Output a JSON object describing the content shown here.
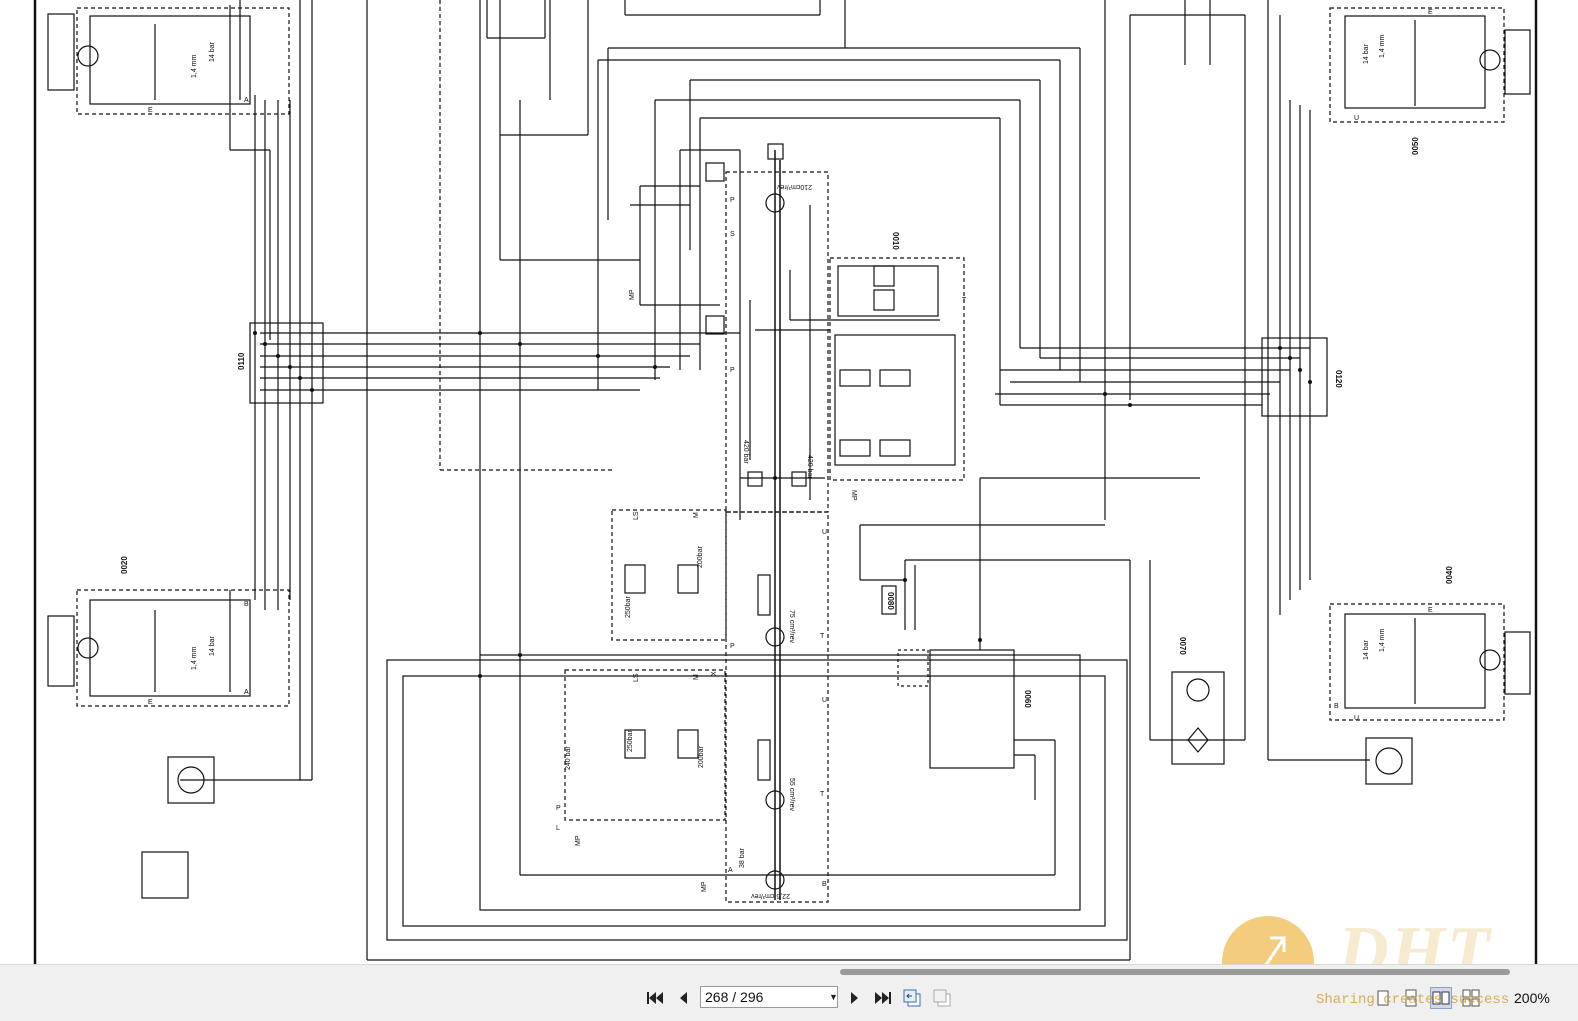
{
  "document": {
    "labels": {
      "block_0010": "0010",
      "block_0020": "0020",
      "block_0040": "0040",
      "block_0050": "0050",
      "block_0060": "0060",
      "block_0070": "0070",
      "block_0080": "0080",
      "block_0110": "0110",
      "block_0120": "0120",
      "pump_main_disp": "210cm³/rev",
      "pump_2_disp": "75 cm³/rev",
      "pump_3_disp": "55 cm³/rev",
      "pump_4_disp": "22,5 cm³/rev",
      "relief_420_a": "420 bar",
      "relief_420_b": "420 bar",
      "relief_250_a": "250bar",
      "relief_200_a": "200bar",
      "relief_250_b": "250bar",
      "relief_200_b": "200bar",
      "relief_240": "240 bar",
      "relief_38": "38 bar",
      "orifice_1_4_a": "1,4 mm",
      "orifice_1_4_b": "1,4 mm",
      "orifice_1_4_c": "1,4 mm",
      "orifice_1_4_d": "1,4 mm",
      "check_14_a": "14 bar",
      "check_14_b": "14 bar",
      "check_14_c": "14 bar",
      "check_14_d": "14 bar",
      "port_mp": "MP",
      "port_ls": "LS",
      "port_m": "M",
      "port_x": "X",
      "port_p": "P",
      "port_t": "T",
      "port_s": "S",
      "port_l": "L",
      "port_a": "A",
      "port_b": "B",
      "port_e": "E",
      "port_u": "U"
    }
  },
  "toolbar": {
    "first_page_icon": "first-page-icon",
    "prev_page_icon": "previous-page-icon",
    "page_value": "268 / 296",
    "next_page_icon": "next-page-icon",
    "last_page_icon": "last-page-icon",
    "back_view_icon": "previous-view-icon",
    "forward_view_icon": "next-view-icon",
    "view_modes": [
      "single-page-icon",
      "continuous-icon",
      "facing-icon",
      "continuous-facing-icon"
    ],
    "zoom": "200%"
  },
  "watermark": {
    "name": "DHT",
    "slogan": "Sharing creates success"
  },
  "colors": {
    "toolbar_bg": "#f0f0f0",
    "line": "#111111",
    "watermark_orange": "#f2c468"
  }
}
